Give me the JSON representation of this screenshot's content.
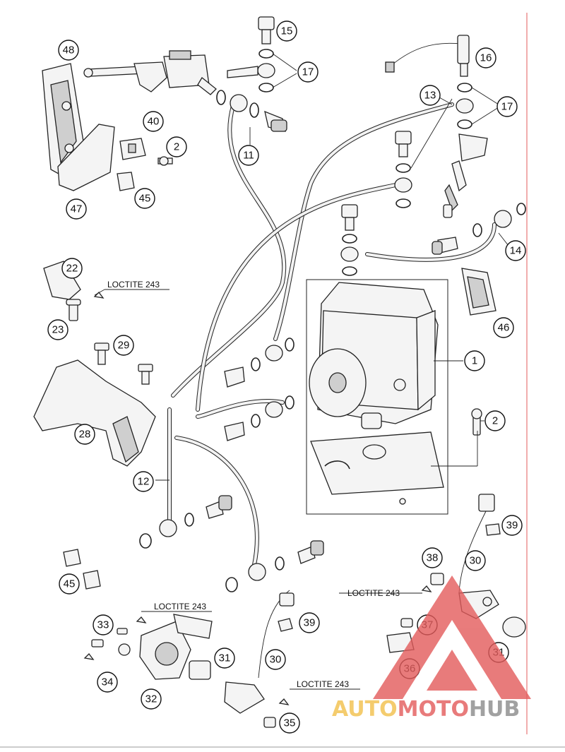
{
  "callouts": [
    {
      "id": "c1",
      "label": "1"
    },
    {
      "id": "c2a",
      "label": "2"
    },
    {
      "id": "c2b",
      "label": "2"
    },
    {
      "id": "c11",
      "label": "11"
    },
    {
      "id": "c12",
      "label": "12"
    },
    {
      "id": "c13",
      "label": "13"
    },
    {
      "id": "c14",
      "label": "14"
    },
    {
      "id": "c15",
      "label": "15"
    },
    {
      "id": "c16",
      "label": "16"
    },
    {
      "id": "c17a",
      "label": "17"
    },
    {
      "id": "c17b",
      "label": "17"
    },
    {
      "id": "c22",
      "label": "22"
    },
    {
      "id": "c23",
      "label": "23"
    },
    {
      "id": "c28",
      "label": "28"
    },
    {
      "id": "c29",
      "label": "29"
    },
    {
      "id": "c30a",
      "label": "30"
    },
    {
      "id": "c30b",
      "label": "30"
    },
    {
      "id": "c31a",
      "label": "31"
    },
    {
      "id": "c31b",
      "label": "31"
    },
    {
      "id": "c32",
      "label": "32"
    },
    {
      "id": "c33",
      "label": "33"
    },
    {
      "id": "c34",
      "label": "34"
    },
    {
      "id": "c35",
      "label": "35"
    },
    {
      "id": "c36",
      "label": "36"
    },
    {
      "id": "c37",
      "label": "37"
    },
    {
      "id": "c38",
      "label": "38"
    },
    {
      "id": "c39a",
      "label": "39"
    },
    {
      "id": "c39b",
      "label": "39"
    },
    {
      "id": "c40",
      "label": "40"
    },
    {
      "id": "c45a",
      "label": "45"
    },
    {
      "id": "c45b",
      "label": "45"
    },
    {
      "id": "c46",
      "label": "46"
    },
    {
      "id": "c47",
      "label": "47"
    },
    {
      "id": "c48",
      "label": "48"
    }
  ],
  "notes": [
    {
      "id": "n1",
      "text": "LOCTITE 243"
    },
    {
      "id": "n2",
      "text": "LOCTITE 243"
    },
    {
      "id": "n3",
      "text": "LOCTITE 243"
    },
    {
      "id": "n4",
      "text": "LOCTITE 243"
    }
  ],
  "watermark": {
    "text_part1": "AUTO",
    "text_part2": "MOTO",
    "text_part3": "HUB",
    "color_part1": "#f2c04a",
    "color_part2": "#e35b5b",
    "color_part3": "#8a8a8a",
    "triangle_color": "#e35b5b"
  },
  "colors": {
    "margin_line": "#e35b5b",
    "line": "#222222"
  }
}
